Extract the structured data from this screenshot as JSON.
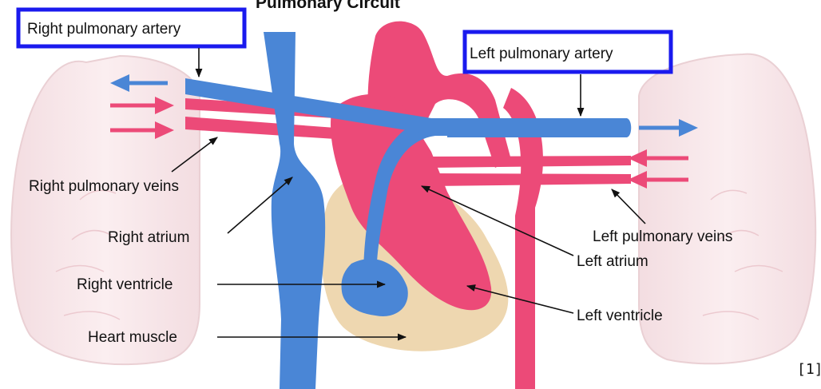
{
  "title": "Pulmonary Circuit",
  "reference": "[1]",
  "colors": {
    "oxygen_poor": "#4a86d6",
    "oxygen_rich": "#ec4a78",
    "heart_muscle": "#eed7b0",
    "lung": "#f7e3e6",
    "highlight_box": "#1a1aee"
  },
  "labels": {
    "right_pulmonary_artery": "Right pulmonary artery",
    "left_pulmonary_artery": "Left pulmonary artery",
    "right_pulmonary_veins": "Right pulmonary veins",
    "left_pulmonary_veins": "Left pulmonary veins",
    "right_atrium": "Right atrium",
    "left_atrium": "Left atrium",
    "right_ventricle": "Right ventricle",
    "left_ventricle": "Left ventricle",
    "heart_muscle": "Heart muscle"
  },
  "highlighted_labels": [
    "Right pulmonary artery",
    "Left pulmonary artery"
  ]
}
